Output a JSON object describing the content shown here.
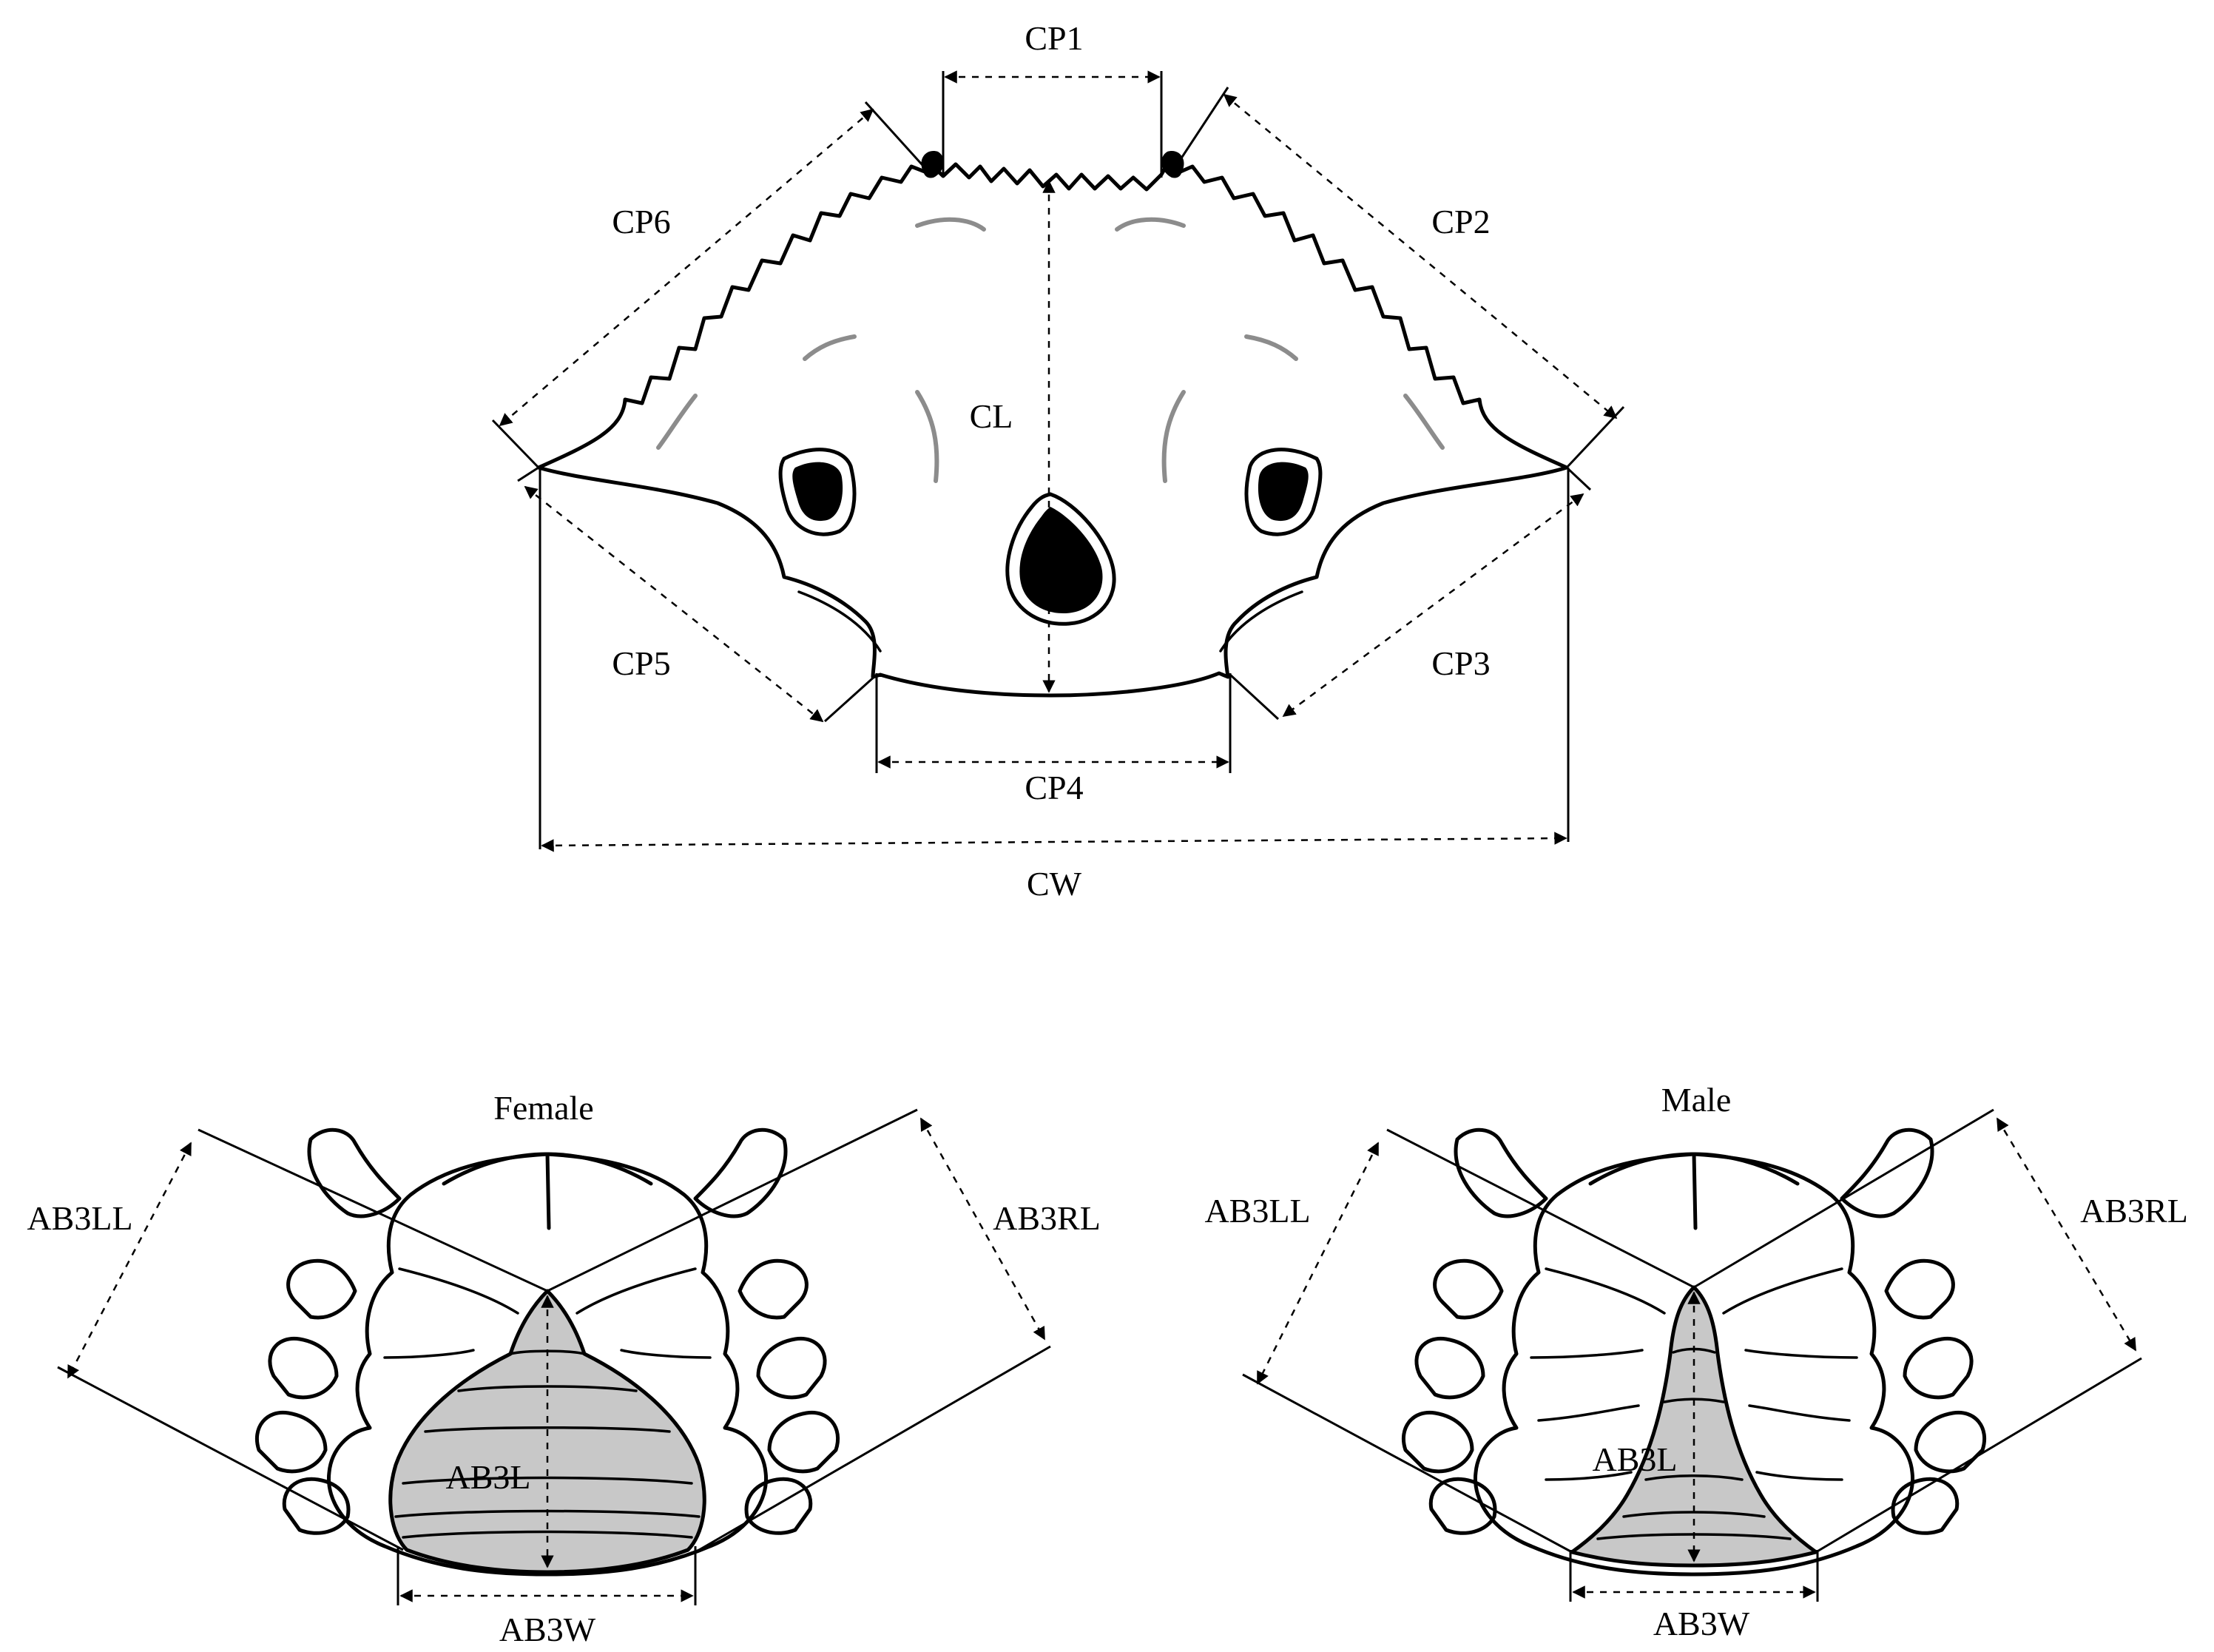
{
  "carapace": {
    "labels": {
      "cp1": "CP1",
      "cp2": "CP2",
      "cp3": "CP3",
      "cp4": "CP4",
      "cp5": "CP5",
      "cp6": "CP6",
      "cl": "CL",
      "cw": "CW"
    }
  },
  "female": {
    "title": "Female",
    "labels": {
      "ab3ll": "AB3LL",
      "ab3rl": "AB3RL",
      "ab3l": "AB3L",
      "ab3w": "AB3W"
    },
    "fill_color": "#c8c8c8"
  },
  "male": {
    "title": "Male",
    "labels": {
      "ab3ll": "AB3LL",
      "ab3rl": "AB3RL",
      "ab3l": "AB3L",
      "ab3w": "AB3W"
    },
    "fill_color": "#c8c8c8"
  }
}
